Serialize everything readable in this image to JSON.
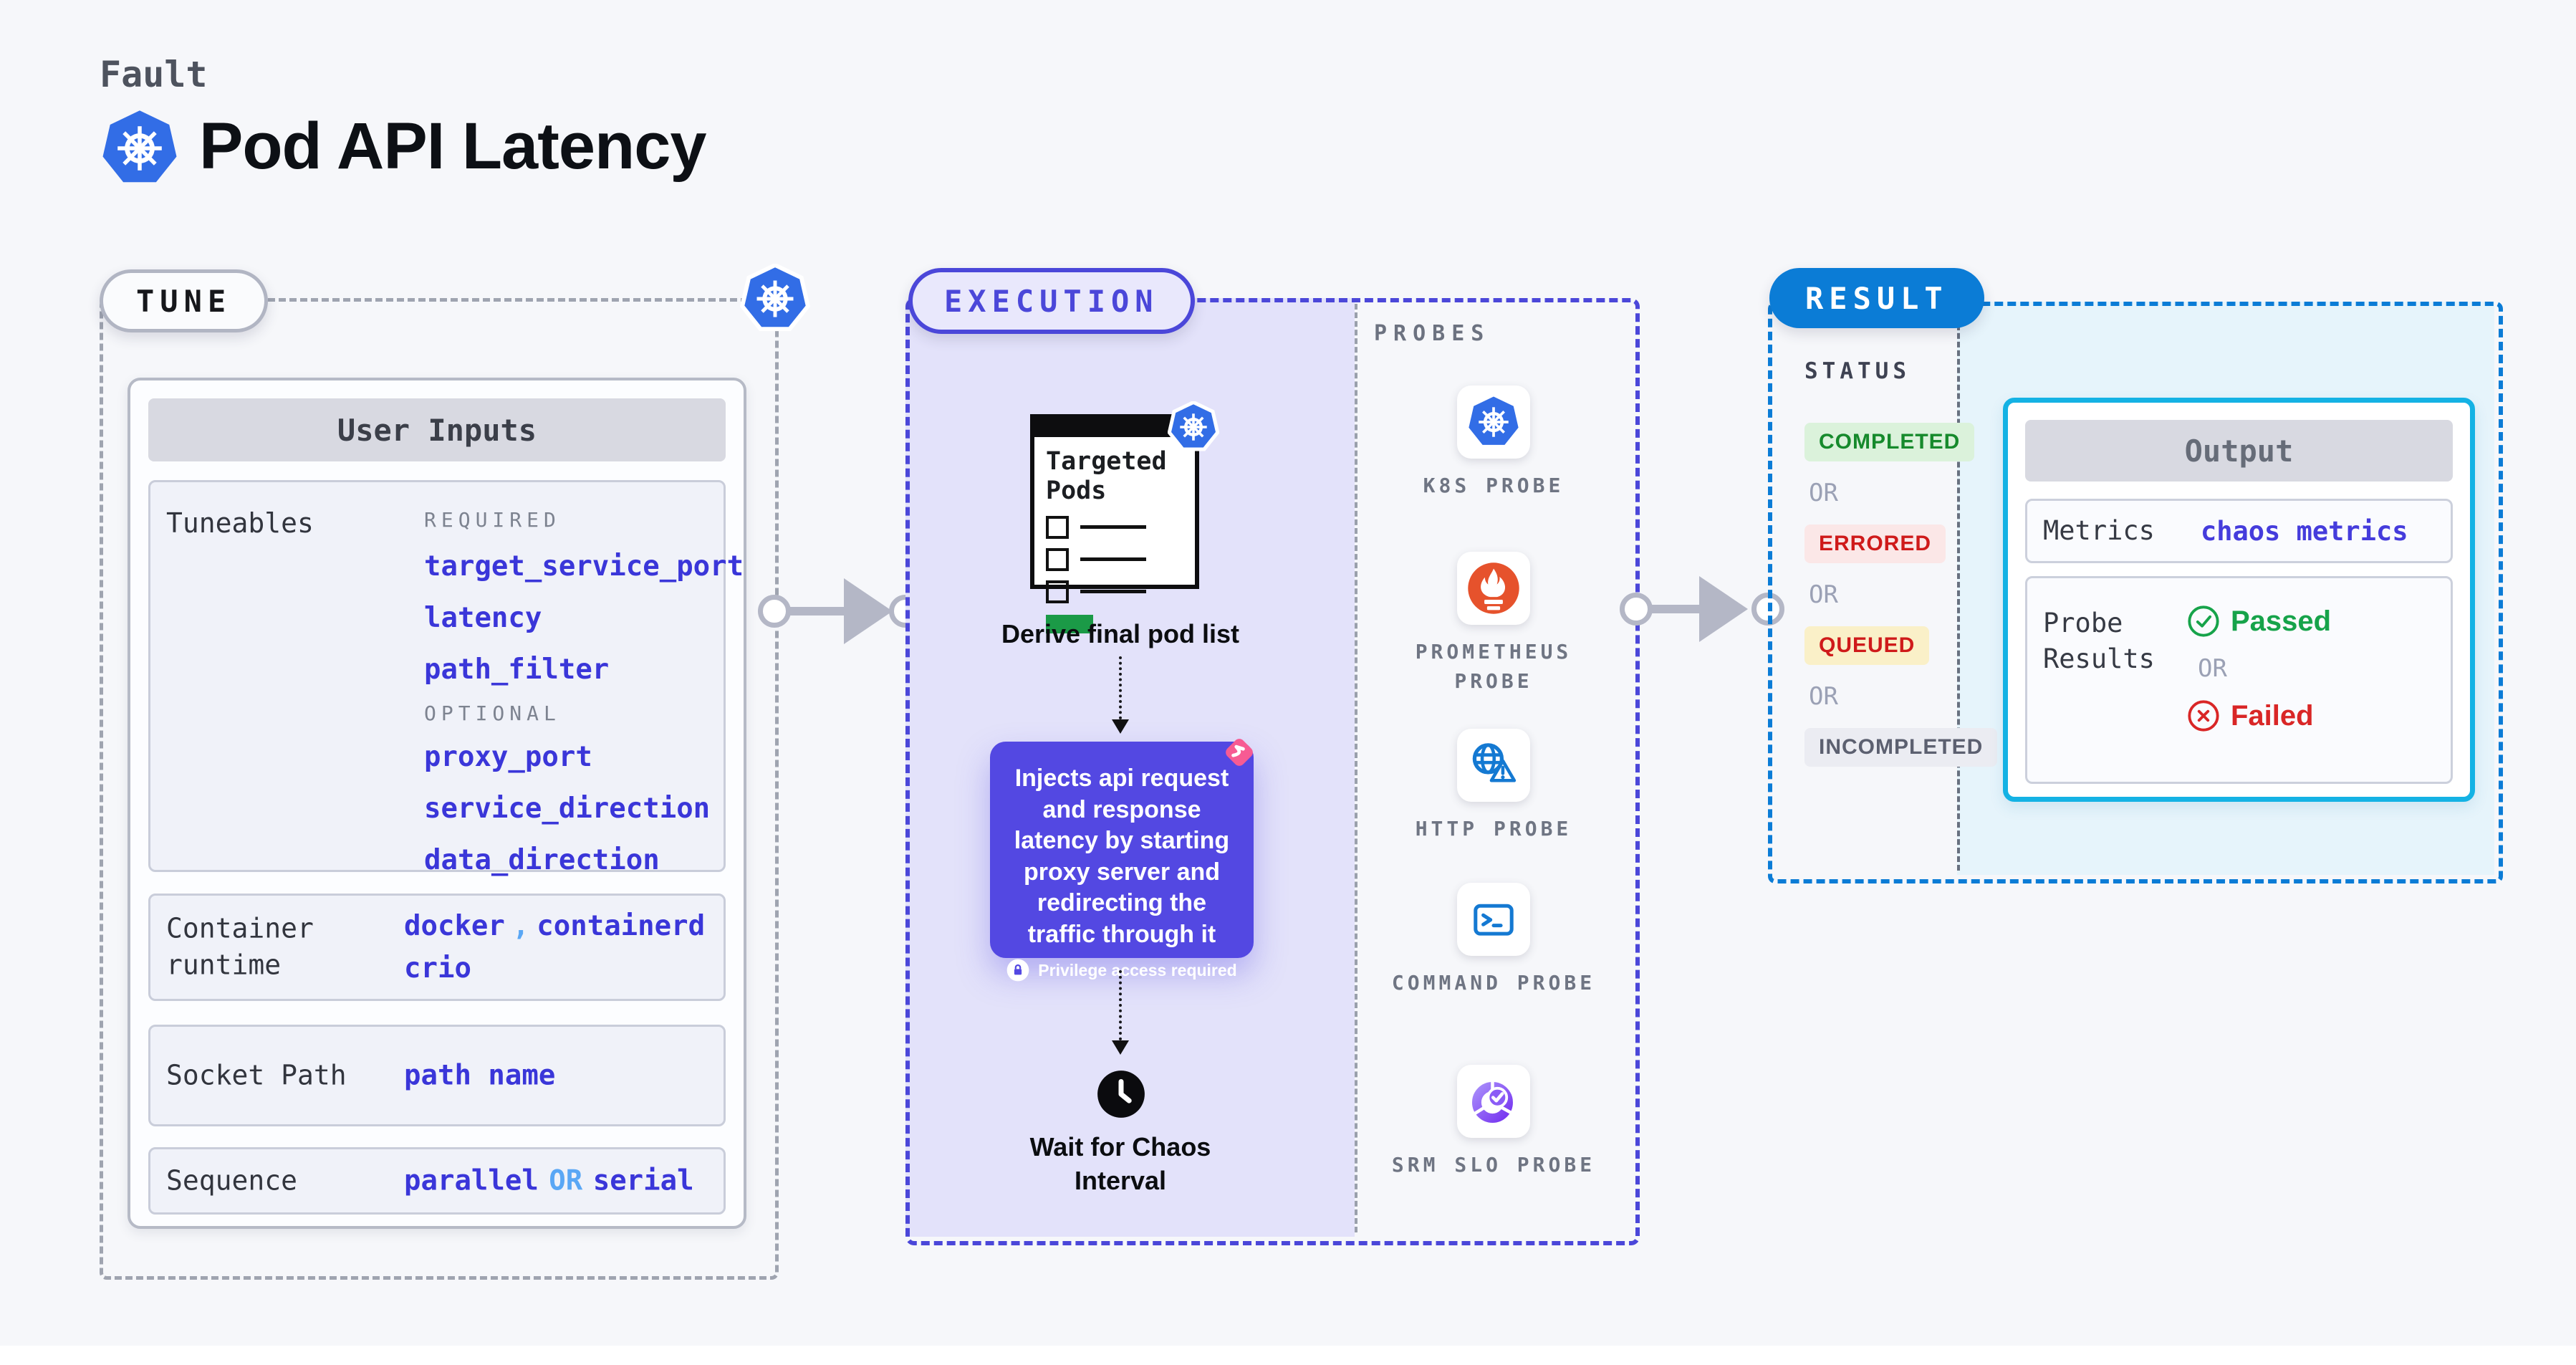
{
  "page": {
    "kind_label": "Fault",
    "title": "Pod API Latency"
  },
  "tune": {
    "label": "TUNE",
    "user_inputs": {
      "header": "User Inputs",
      "tuneables": {
        "label": "Tuneables",
        "required_header": "REQUIRED",
        "required": [
          "target_service_port",
          "latency",
          "path_filter"
        ],
        "optional_header": "OPTIONAL",
        "optional": [
          "proxy_port",
          "service_direction",
          "data_direction"
        ]
      },
      "container_runtime": {
        "label": "Container runtime",
        "values": [
          "docker",
          "containerd",
          "crio"
        ],
        "separator": ","
      },
      "socket_path": {
        "label": "Socket Path",
        "value": "path name"
      },
      "sequence": {
        "label": "Sequence",
        "value_a": "parallel",
        "or": "OR",
        "value_b": "serial"
      }
    }
  },
  "execution": {
    "label": "EXECUTION",
    "targeted_pods_title": "Targeted Pods",
    "derive_text": "Derive final pod list",
    "inject_text": "Injects api request and response latency by starting proxy server and redirecting the traffic through it",
    "privilege_badge": "Privilege access required",
    "wait_text": "Wait for Chaos Interval"
  },
  "probes": {
    "header": "PROBES",
    "items": [
      {
        "label": "K8S PROBE",
        "icon": "kubernetes-icon"
      },
      {
        "label": "PROMETHEUS PROBE",
        "icon": "prometheus-icon"
      },
      {
        "label": "HTTP PROBE",
        "icon": "http-globe-warning-icon"
      },
      {
        "label": "COMMAND PROBE",
        "icon": "terminal-icon"
      },
      {
        "label": "SRM SLO PROBE",
        "icon": "slo-donut-check-icon"
      }
    ]
  },
  "result": {
    "label": "RESULT",
    "status": {
      "header": "STATUS",
      "or": "OR",
      "badges": [
        {
          "text": "COMPLETED",
          "type": "success"
        },
        {
          "text": "ERRORED",
          "type": "error"
        },
        {
          "text": "QUEUED",
          "type": "warning"
        },
        {
          "text": "INCOMPLETED",
          "type": "neutral"
        }
      ]
    },
    "output": {
      "header": "Output",
      "metrics_label": "Metrics",
      "metrics_value": "chaos metrics",
      "probe_results_label": "Probe Results",
      "passed": "Passed",
      "or": "OR",
      "failed": "Failed"
    }
  },
  "colors": {
    "kubernetes_blue": "#326de6",
    "indigo_accent": "#4b47d9",
    "inject_purple": "#5348e2",
    "param_blue": "#3a36d9",
    "light_blue_accent": "#5aa7f5",
    "result_blue": "#0b7cd6",
    "output_cyan": "#14b2e4",
    "prometheus_orange": "#e6522c",
    "litmus_pink": "#f75b93",
    "success_green": "#16a34a",
    "fail_red": "#d92626",
    "queued_yellow_bg": "#faf0c8",
    "page_bg": "#f6f7fa"
  }
}
